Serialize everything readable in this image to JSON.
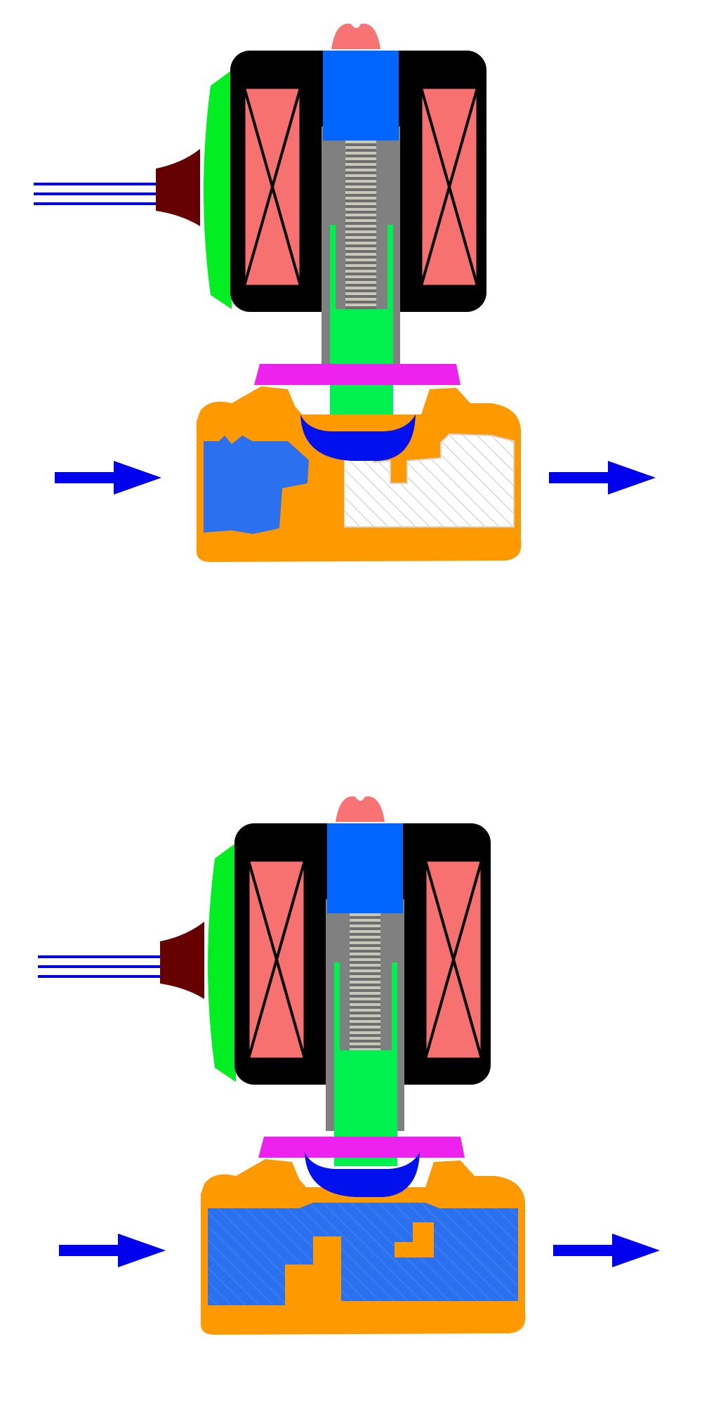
{
  "diagram": {
    "panels": [
      {
        "id": "valve-closed",
        "state": "closed",
        "flow_through": false
      },
      {
        "id": "valve-open",
        "state": "open",
        "flow_through": true
      }
    ],
    "colors": {
      "background": "#ffffff",
      "coil_housing": "#000000",
      "coil_winding": "#f87171",
      "core_top": "#0066ff",
      "core_tube": "#808080",
      "spring": "#b0b0a0",
      "plunger": "#00f050",
      "connector_cap": "#00ee22",
      "connector": "#660000",
      "wire": "#0000e0",
      "top_nub": "#f87474",
      "bonnet_plate": "#ee22ee",
      "diaphragm_seal": "#0011ee",
      "body": "#ff9900",
      "fluid": "#2a70ef",
      "empty_chamber_hatch": "#c8c8c8",
      "flow_arrow": "#0000ee"
    },
    "icons": [
      "flow-arrow-icon",
      "coil-cross-icon",
      "spring-icon",
      "wire-lead-icon"
    ]
  }
}
